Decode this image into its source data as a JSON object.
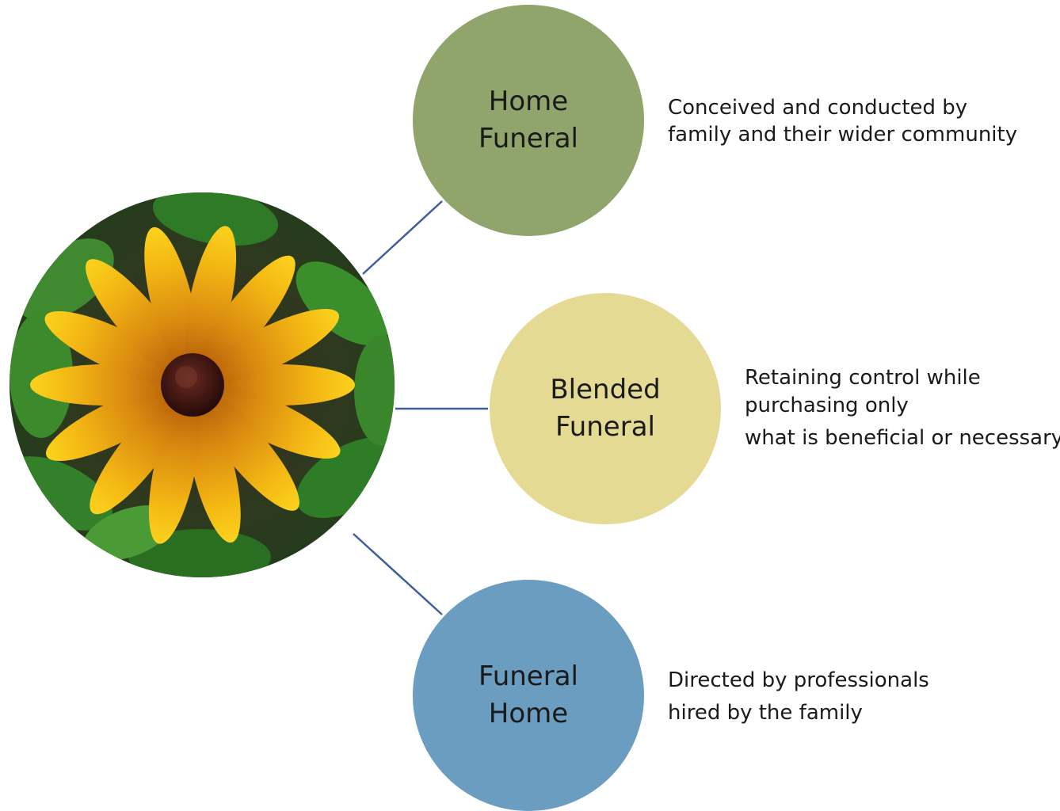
{
  "nodes": [
    {
      "id": "home-funeral",
      "line1": "Home",
      "line2": "Funeral",
      "color": "#8fa56b"
    },
    {
      "id": "blended-funeral",
      "line1": "Blended",
      "line2": "Funeral",
      "color": "#e5da93"
    },
    {
      "id": "funeral-home",
      "line1": "Funeral",
      "line2": "Home",
      "color": "#6b9dc1"
    }
  ],
  "descriptions": [
    {
      "lines": [
        "Conceived and conducted by",
        "family and their wider community"
      ]
    },
    {
      "lines": [
        "Retaining control while",
        "purchasing only",
        "what is beneficial or necessary"
      ]
    },
    {
      "lines": [
        "Directed by professionals",
        "hired by the family"
      ]
    }
  ],
  "connector_color": "#3f5f9a",
  "center_image": {
    "subject": "yellow black-eyed susan flower",
    "icon": "flower-image"
  }
}
